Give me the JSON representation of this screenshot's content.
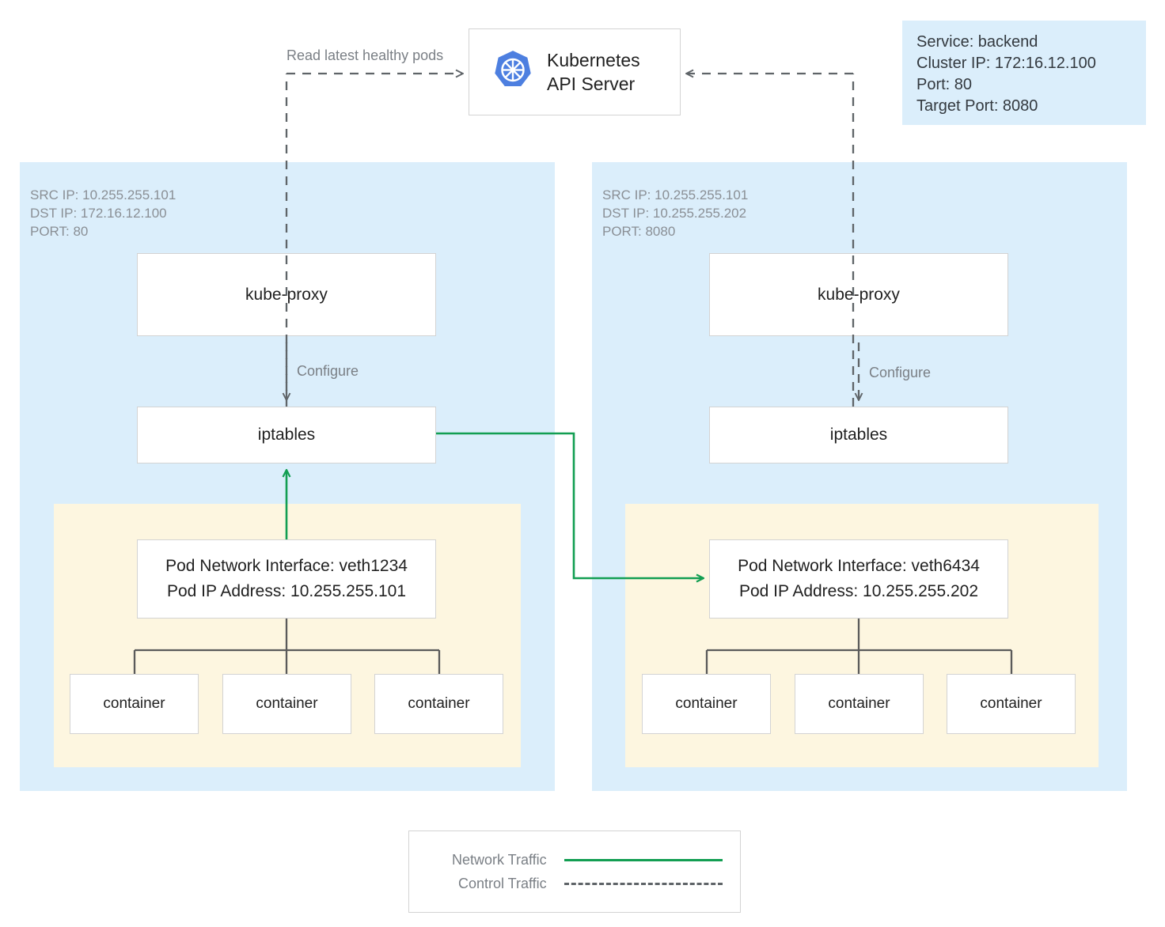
{
  "diagram": {
    "title": "Kubernetes kube-proxy iptables service routing",
    "colors": {
      "node_panel": "#dbeefb",
      "pod_panel": "#fdf6e0",
      "box_fill": "#ffffff",
      "box_border": "#d3d3d3",
      "network_traffic": "#129e52",
      "control_traffic": "#5f6468",
      "k8s_logo_blue": "#4d7fe0",
      "muted_text": "#7a7f85",
      "body_text": "#212121"
    }
  },
  "api_server": {
    "logo_name": "kubernetes-logo",
    "label": "Kubernetes\nAPI Server"
  },
  "service_info": {
    "lines": "Service: backend\nCluster IP: 172:16.12.100\nPort: 80\nTarget Port: 8080",
    "service": "backend",
    "cluster_ip": "172:16.12.100",
    "port": "80",
    "target_port": "8080"
  },
  "edge_labels": {
    "read_pods": "Read latest healthy pods",
    "configure_left": "Configure",
    "configure_right": "Configure"
  },
  "nodes": [
    {
      "id": "node-left",
      "meta": "SRC IP: 10.255.255.101\nDST IP: 172.16.12.100\nPORT: 80",
      "src_ip": "10.255.255.101",
      "dst_ip": "172.16.12.100",
      "port": "80",
      "kube_proxy_label": "kube-proxy",
      "iptables_label": "iptables",
      "pod": {
        "interface_label": "Pod Network Interface: veth1234\nPod IP Address: 10.255.255.101",
        "veth": "veth1234",
        "pod_ip": "10.255.255.101",
        "containers": [
          "container",
          "container",
          "container"
        ]
      }
    },
    {
      "id": "node-right",
      "meta": "SRC IP: 10.255.255.101\nDST IP: 10.255.255.202\nPORT: 8080",
      "src_ip": "10.255.255.101",
      "dst_ip": "10.255.255.202",
      "port": "8080",
      "kube_proxy_label": "kube-proxy",
      "iptables_label": "iptables",
      "pod": {
        "interface_label": "Pod Network Interface: veth6434\nPod IP Address: 10.255.255.202",
        "veth": "veth6434",
        "pod_ip": "10.255.255.202",
        "containers": [
          "container",
          "container",
          "container"
        ]
      }
    }
  ],
  "legend": {
    "rows": [
      {
        "label": "Network Traffic",
        "style": "solid",
        "color": "#129e52"
      },
      {
        "label": "Control Traffic",
        "style": "dashed",
        "color": "#5f6468"
      }
    ]
  }
}
